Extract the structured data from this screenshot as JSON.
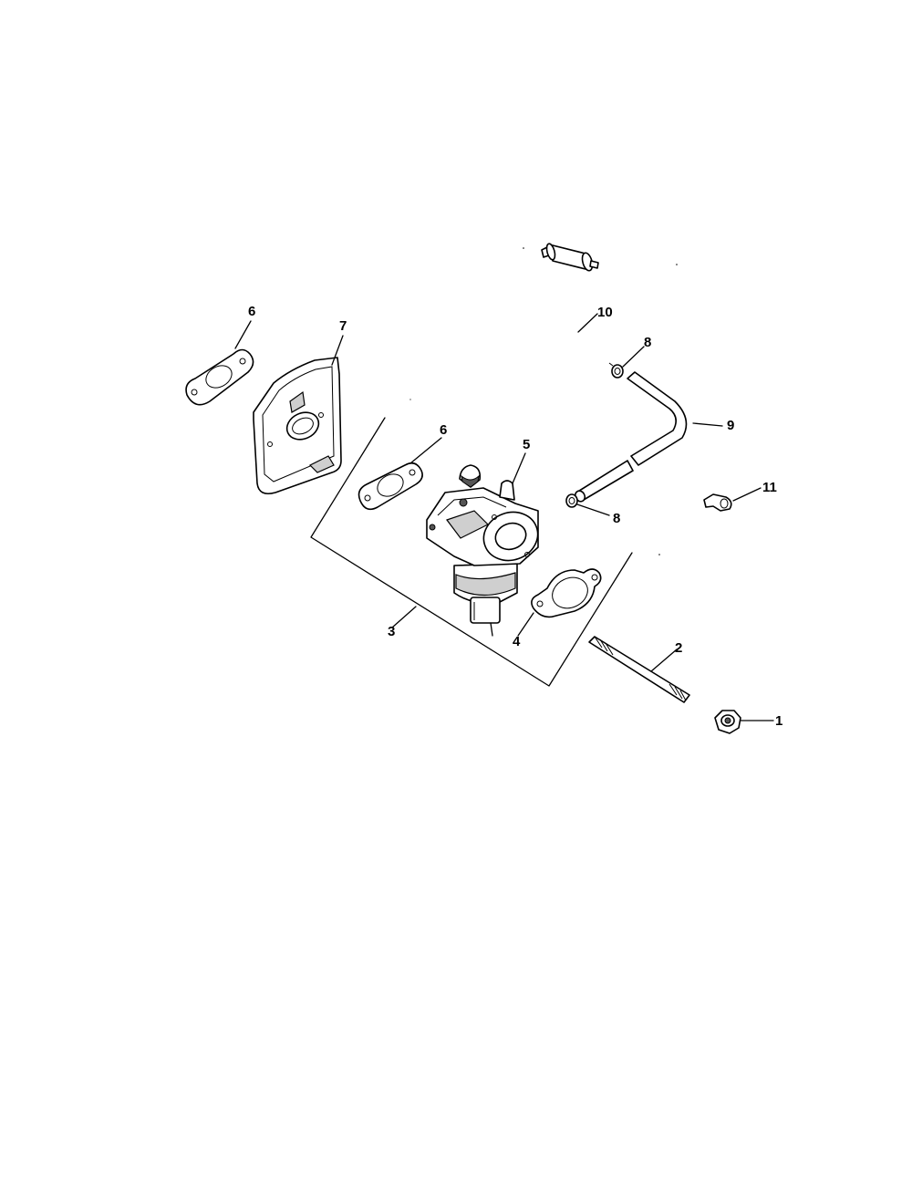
{
  "diagram": {
    "callouts": [
      {
        "id": "c6a",
        "label": "6"
      },
      {
        "id": "c7",
        "label": "7"
      },
      {
        "id": "c6b",
        "label": "6"
      },
      {
        "id": "c5",
        "label": "5"
      },
      {
        "id": "c3",
        "label": "3"
      },
      {
        "id": "c4",
        "label": "4"
      },
      {
        "id": "c10",
        "label": "10"
      },
      {
        "id": "c8a",
        "label": "8"
      },
      {
        "id": "c9",
        "label": "9"
      },
      {
        "id": "c8b",
        "label": "8"
      },
      {
        "id": "c11",
        "label": "11"
      },
      {
        "id": "c2",
        "label": "2"
      },
      {
        "id": "c1",
        "label": "1"
      }
    ]
  }
}
